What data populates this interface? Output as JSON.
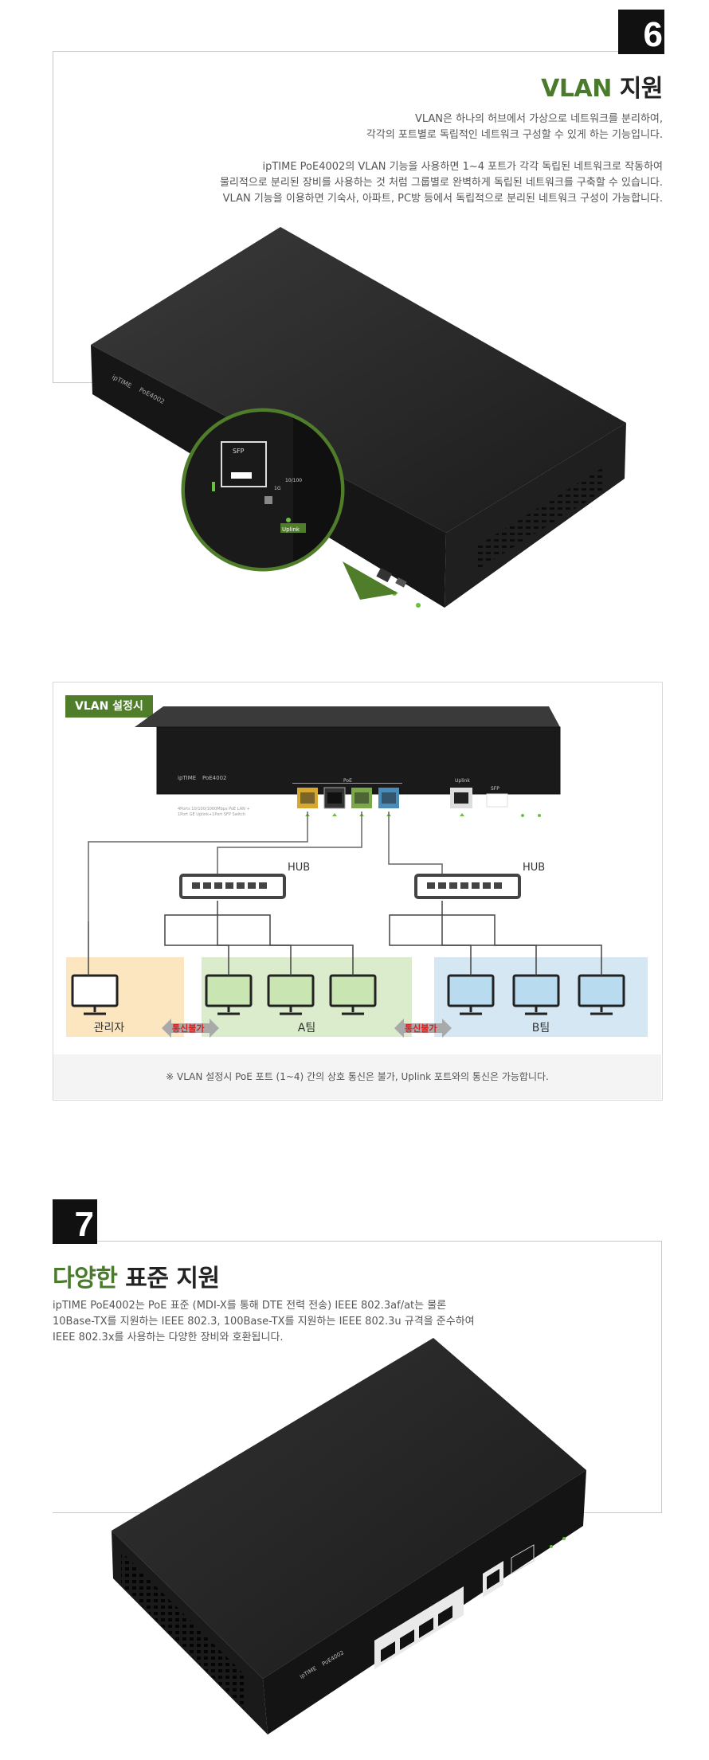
{
  "sec6": {
    "number": "6",
    "title_a": "VLAN",
    "title_b": "지원",
    "desc1": [
      "VLAN은 하나의 허브에서 가상으로 네트워크를 분리하여,",
      "각각의 포트별로 독립적인 네트워크 구성할 수 있게 하는 기능입니다."
    ],
    "desc2": [
      "ipTIME PoE4002의 VLAN 기능을 사용하면 1~4 포트가 각각 독립된 네트워크로 작동하여",
      "물리적으로 분리된 장비를 사용하는 것 처럼 그룹별로 완벽하게 독립된 네트워크를 구축할 수 있습니다.",
      "VLAN 기능을 이용하면 기숙사, 아파트, PC방 등에서 독립적으로 분리된 네트워크 구성이 가능합니다."
    ],
    "device_text": {
      "brand": "ipTIME",
      "model": "PoE4002",
      "sfp": "SFP",
      "uplink": "Uplink",
      "speed1": "1G",
      "speed2": "10/100"
    }
  },
  "vlan": {
    "tag": "VLAN 설정시",
    "device_brand": "ipTIME",
    "device_model": "PoE4002",
    "device_spec1": "4Ports 10/100/1000Mbps PoE LAN +",
    "device_spec2": "1Port GE Uplink+1Port SFP Switch",
    "poe_label": "PoE",
    "uplink_label": "Uplink",
    "sfp_label": "SFP",
    "hub_label": "HUB",
    "zones": [
      "관리자",
      "A팀",
      "B팀"
    ],
    "nocomm": "통신불가",
    "note": "※ VLAN 설정시 PoE 포트 (1~4) 간의 상호 통신은 불가, Uplink 포트와의 통신은 가능합니다.",
    "colors": {
      "admin": "#fbe6c0",
      "teamA": "#dbeccd",
      "teamB": "#d4e7f3",
      "port1": "#d6a831",
      "port2": "#333333",
      "port3": "#7aa84a",
      "port4": "#4a8bb8"
    }
  },
  "sec7": {
    "number": "7",
    "title_a": "다양한",
    "title_b": "표준 지원",
    "desc": [
      "ipTIME PoE4002는 PoE 표준 (MDI-X를 통해 DTE 전력 전송) IEEE 802.3af/at는 물론",
      "10Base-TX를 지원하는 IEEE 802.3, 100Base-TX를 지원하는 IEEE 802.3u 규격을 준수하여",
      "IEEE 802.3x를 사용하는 다양한 장비와 호환됩니다."
    ],
    "device_brand": "ipTIME",
    "device_model": "PoE4002"
  }
}
